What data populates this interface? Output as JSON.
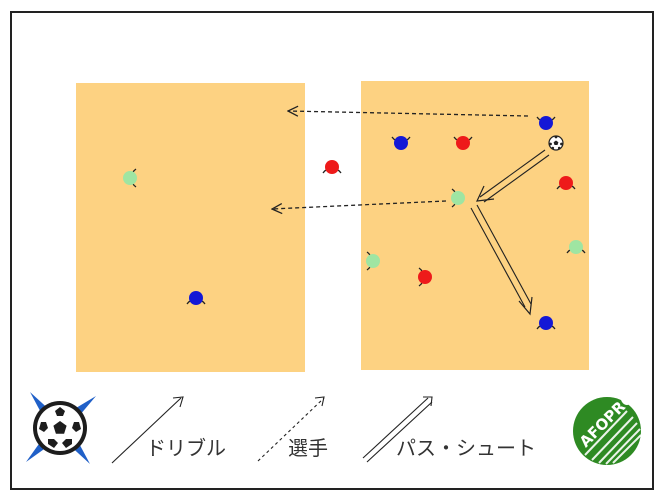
{
  "colors": {
    "field": "#fdd282",
    "blue": "#1418d6",
    "red": "#ee1a1a",
    "green": "#9fe5a2",
    "arrow": "#222222",
    "logo_green": "#2e8a23",
    "logo_blue": "#2060c8"
  },
  "legend": {
    "dribble_label": "ドリブル",
    "player_label": "選手",
    "pass_shoot_label": "パス・シュート"
  },
  "logos": {
    "left_icon": "soccer-ball-compass-icon",
    "right_text": "AFOPRO"
  },
  "players": [
    {
      "team": "green",
      "zone": "left-zone",
      "facing": "right"
    },
    {
      "team": "blue",
      "zone": "left-zone",
      "facing": "down"
    },
    {
      "team": "red",
      "zone": "gap",
      "facing": "down"
    },
    {
      "team": "blue",
      "zone": "right-zone",
      "facing": "up"
    },
    {
      "team": "red",
      "zone": "right-zone",
      "facing": "up"
    },
    {
      "team": "blue",
      "zone": "right-zone",
      "facing": "up",
      "has_ball": true
    },
    {
      "team": "red",
      "zone": "right-zone",
      "facing": "down"
    },
    {
      "team": "green",
      "zone": "right-zone",
      "facing": "left"
    },
    {
      "team": "green",
      "zone": "right-zone",
      "facing": "down"
    },
    {
      "team": "green",
      "zone": "right-zone",
      "facing": "left"
    },
    {
      "team": "red",
      "zone": "right-zone",
      "facing": "left"
    },
    {
      "team": "blue",
      "zone": "right-zone",
      "facing": "down"
    }
  ],
  "movements": [
    {
      "type": "run",
      "from": "blue-carrier",
      "to": "left-zone"
    },
    {
      "type": "run",
      "from": "green-receiver",
      "to": "left-zone"
    },
    {
      "type": "pass",
      "from": "blue-carrier",
      "to": "green-receiver"
    },
    {
      "type": "pass",
      "from": "green-receiver",
      "to": "blue-bottom-right"
    }
  ]
}
